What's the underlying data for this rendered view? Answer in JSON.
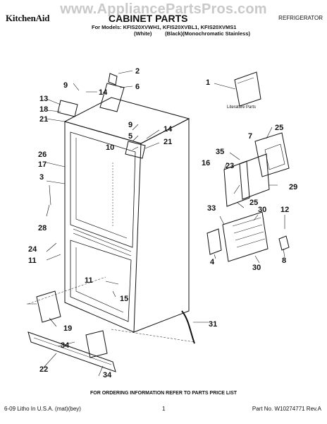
{
  "watermark": "www.AppliancePartsPros.com",
  "header": {
    "brand": "KitchenAid",
    "title": "CABINET PARTS",
    "doc_type": "REFRIGERATOR",
    "models_line": "For Models: KFIS20XVWH1, KFIS20XVBL1, KFIS20XVMS1",
    "variants_line": "(White)         (Black)(Monochromatic Stainless)"
  },
  "diagram": {
    "literature_label": "Literature Parts",
    "callouts": [
      "2",
      "6",
      "9",
      "14",
      "13",
      "18",
      "21",
      "5",
      "9",
      "14",
      "10",
      "21",
      "17",
      "26",
      "1",
      "25",
      "7",
      "35",
      "23",
      "16",
      "29",
      "3",
      "25",
      "33",
      "30",
      "12",
      "8",
      "4",
      "28",
      "24",
      "11",
      "30",
      "11",
      "15",
      "31",
      "19",
      "34",
      "34",
      "22"
    ]
  },
  "footer": {
    "ordering_note": "FOR ORDERING INFORMATION REFER TO PARTS PRICE LIST",
    "litho": "6-09 Litho In U.S.A. (mat)(bey)",
    "page_number": "1",
    "part_number": "Part No. W10274771 Rev.A"
  }
}
